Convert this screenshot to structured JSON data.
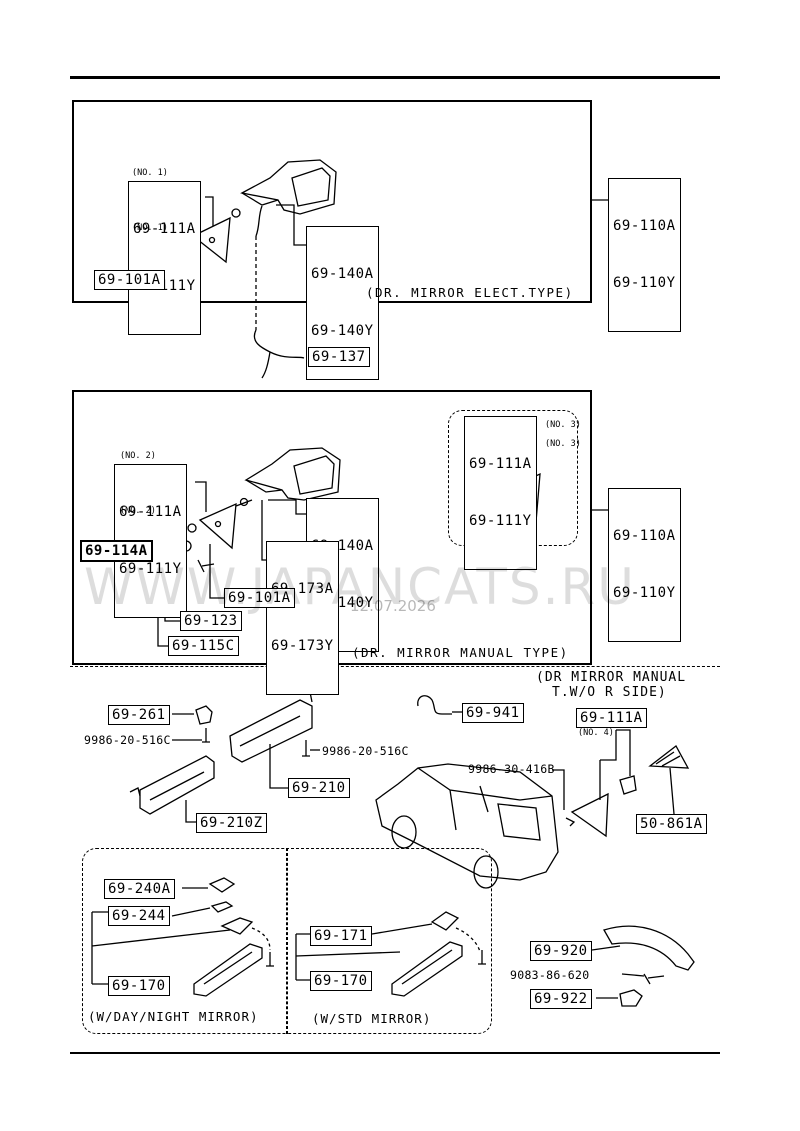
{
  "diagram": {
    "section_top": {
      "caption": "(DR. MIRROR ELECT.TYPE)",
      "assembly": [
        "69-110A",
        "69-110Y"
      ],
      "mirror_body": [
        "69-140A",
        "69-140Y"
      ],
      "cover": [
        "69-111A",
        "69-111Y"
      ],
      "note_upper": "(NO. 1)",
      "note_lower": "(NO. 1)",
      "screw": "69-101A",
      "harness": "69-137"
    },
    "section_middle": {
      "caption": "(DR. MIRROR MANUAL TYPE)",
      "assembly": [
        "69-110A",
        "69-110Y"
      ],
      "mirror_body": [
        "69-140A",
        "69-140Y"
      ],
      "cover": [
        "69-111A",
        "69-111Y"
      ],
      "note_upper": "(NO. 2)",
      "note_lower": "(NO. 2)",
      "knob": "69-114A",
      "bracket": [
        "69-173A",
        "69-173Y"
      ],
      "screw": "69-101A",
      "clip": "69-123",
      "cap": "69-115C",
      "inset_cover": [
        "69-111A",
        "69-111Y"
      ],
      "inset_note_upper": "(NO. 3)",
      "inset_note_lower": "(NO. 3)"
    },
    "section_bottom": {
      "header_line1": "(DR MIRROR MANUAL",
      "header_line2": "T.W/O R SIDE)",
      "holder": "69-261",
      "screw_left": "9986-20-516C",
      "visor_right": "69-210",
      "screw_visor": "9986-20-516C",
      "visor_left": "69-210Z",
      "clamp": "69-941",
      "cover_part": "69-111A",
      "cover_note": "(NO. 4)",
      "screw_cover": "9986-30-416B",
      "mark": "50-861A",
      "day_night": {
        "base": "69-240A",
        "cover": "69-244",
        "mirror": "69-170",
        "caption": "(W/DAY/NIGHT MIRROR)"
      },
      "standard": {
        "base": "69-171",
        "mirror": "69-170",
        "caption": "(W/STD MIRROR)"
      },
      "grip": "69-920",
      "screw_grip": "9083-86-620",
      "grip_cap": "69-922"
    }
  },
  "watermark": {
    "text": "WWW.JAPANCATS.RU",
    "date": "12.07.2026"
  }
}
